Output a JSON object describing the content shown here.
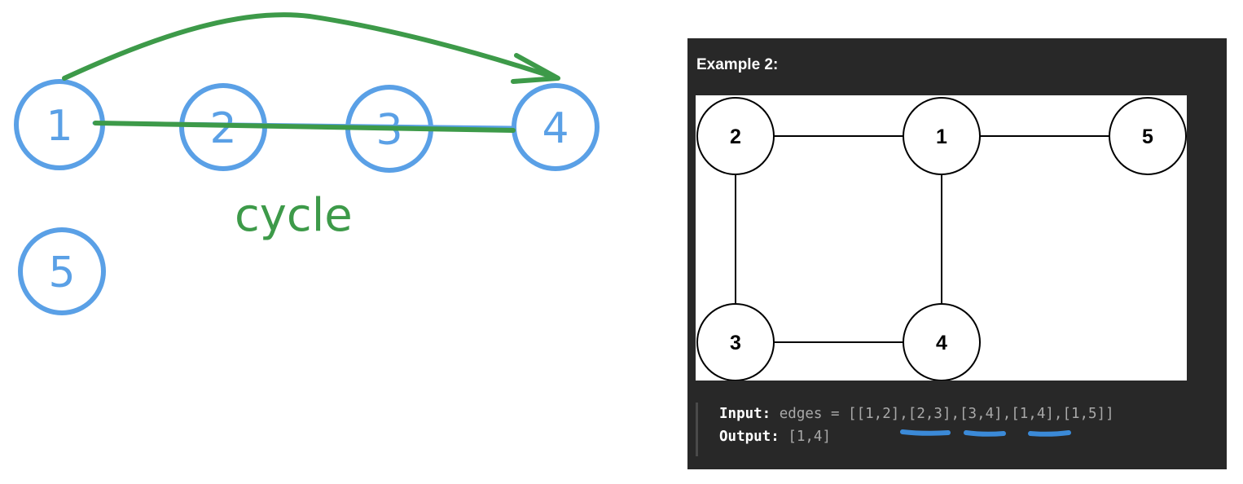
{
  "sketch": {
    "nodes": [
      "1",
      "2",
      "3",
      "4",
      "5"
    ],
    "annotation": "cycle",
    "colors": {
      "node": "#5aa0e6",
      "annotation": "#3d9a49"
    }
  },
  "panel": {
    "title": "Example 2:",
    "graph": {
      "nodes": [
        "1",
        "2",
        "3",
        "4",
        "5"
      ],
      "edges": [
        [
          "1",
          "2"
        ],
        [
          "2",
          "3"
        ],
        [
          "3",
          "4"
        ],
        [
          "1",
          "4"
        ],
        [
          "1",
          "5"
        ]
      ]
    },
    "input_label": "Input:",
    "input_value": "edges = [[1,2],[2,3],[3,4],[1,4],[1,5]]",
    "output_label": "Output:",
    "output_value": "[1,4]",
    "colors": {
      "background": "#282828",
      "highlight": "#3b8ad8"
    }
  }
}
